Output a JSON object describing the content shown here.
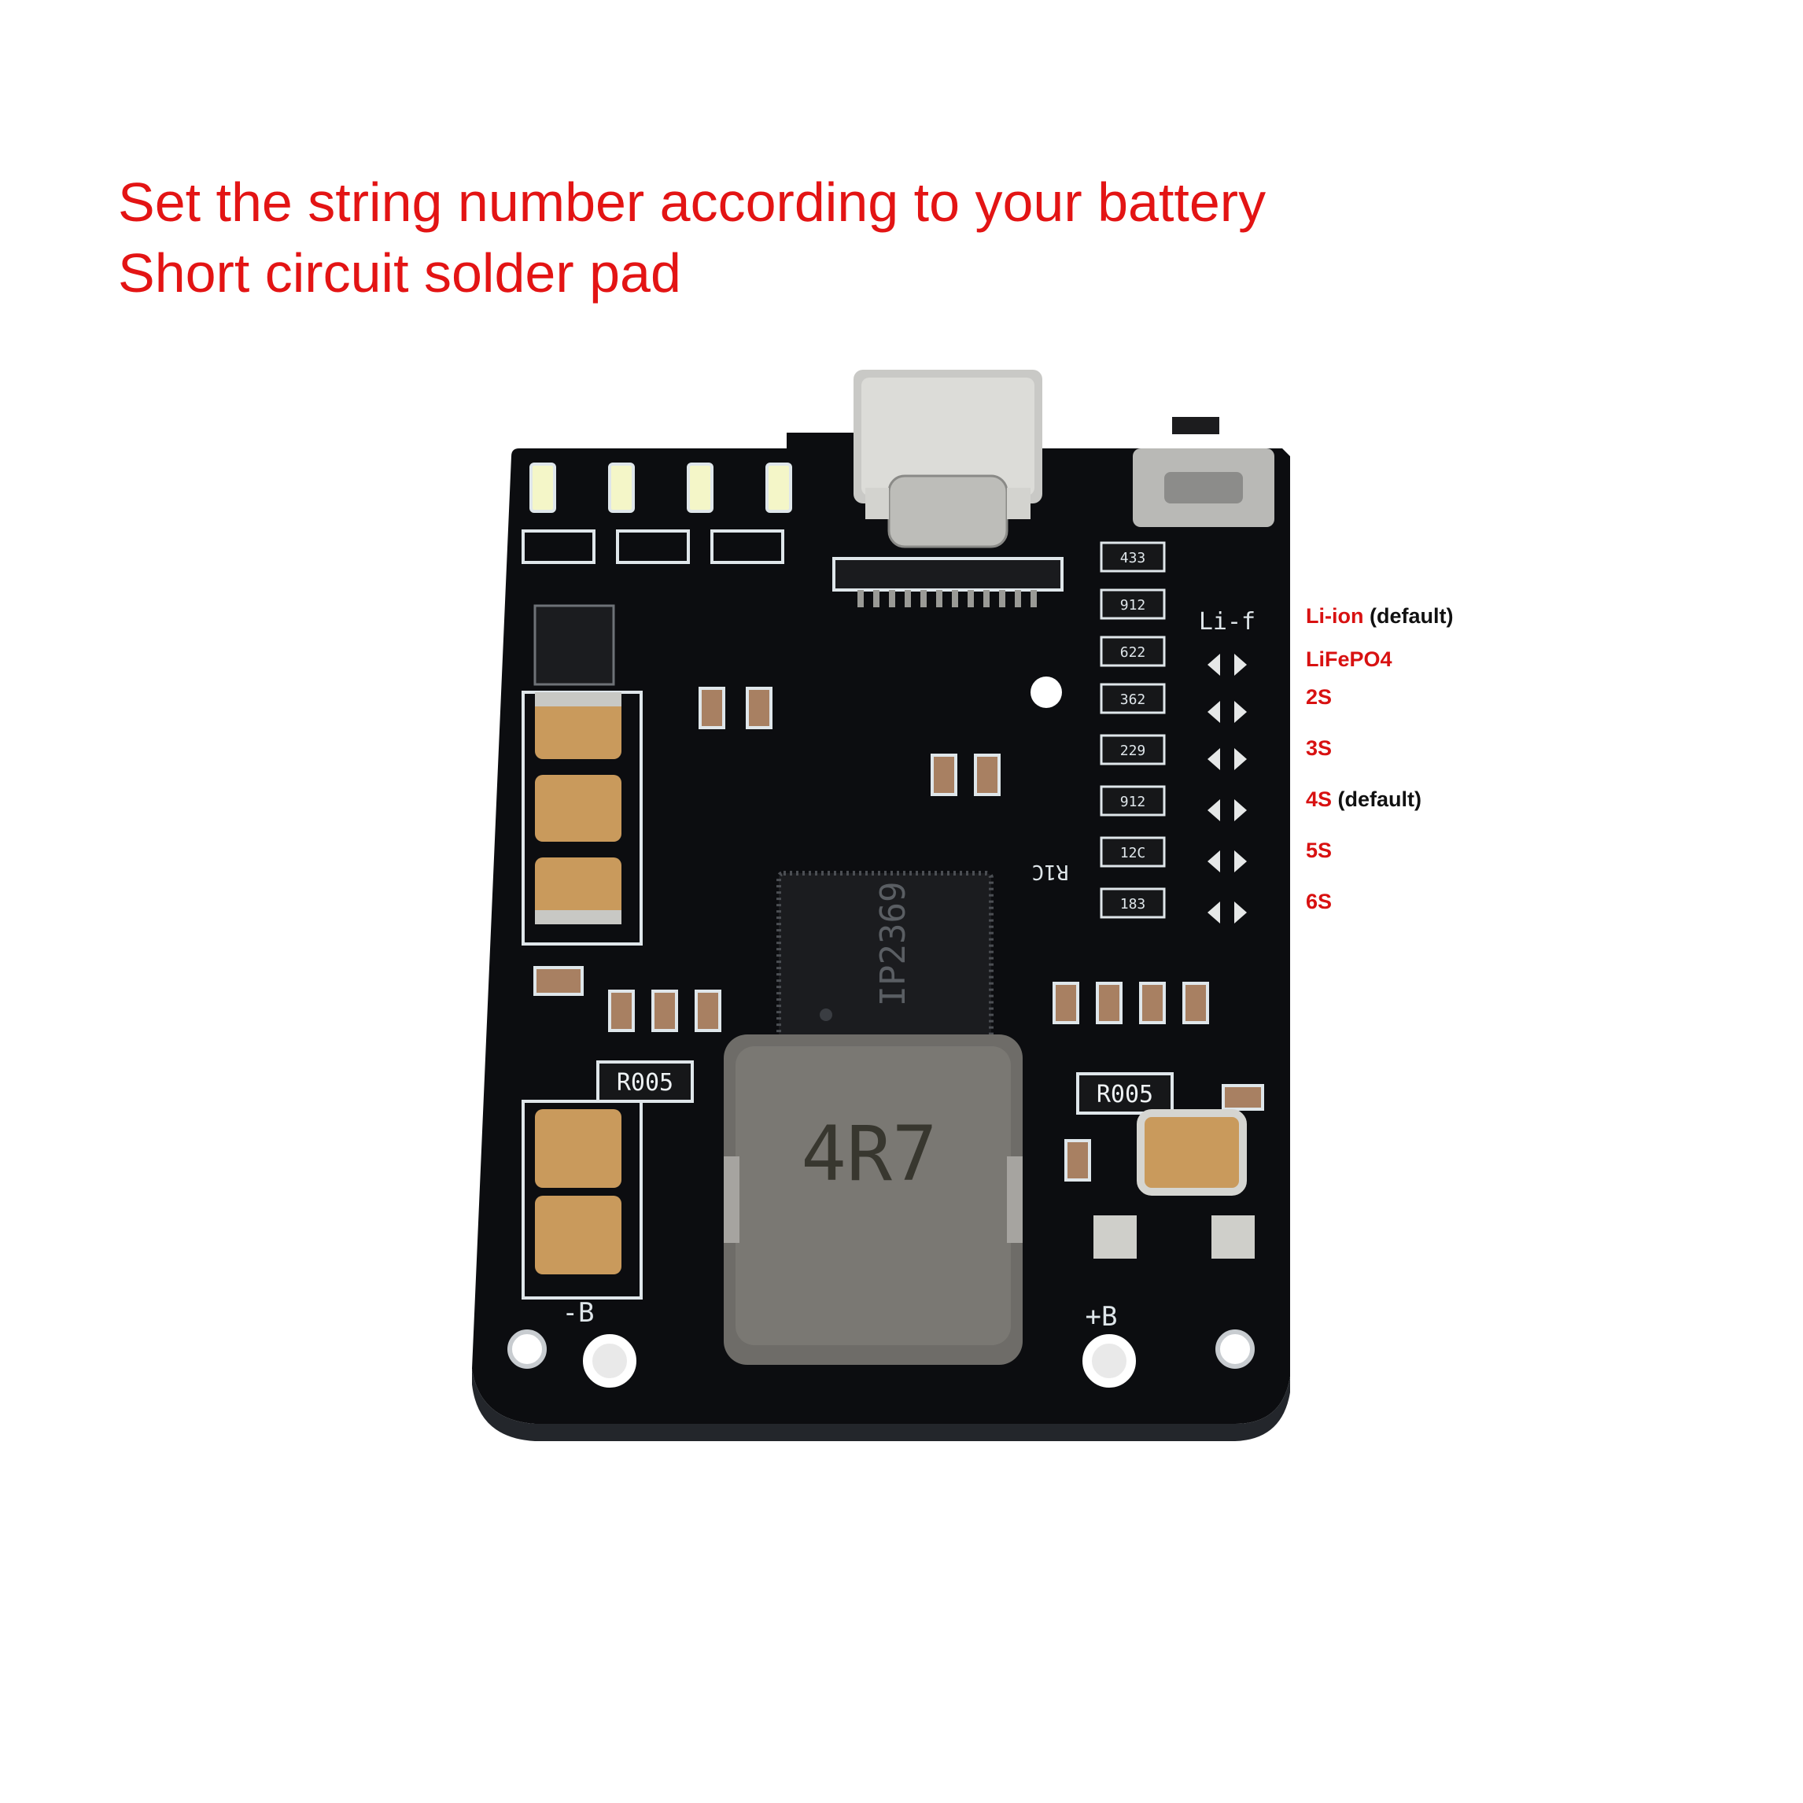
{
  "headline": {
    "line1": "Set the string number according to your battery",
    "line2": "Short circuit solder pad"
  },
  "options": [
    {
      "code": "Li-ion",
      "note": " (default)"
    },
    {
      "code": "LiFePO4",
      "note": ""
    },
    {
      "code": "2S",
      "note": ""
    },
    {
      "code": "3S",
      "note": ""
    },
    {
      "code": "4S",
      "note": " (default)"
    },
    {
      "code": "5S",
      "note": ""
    },
    {
      "code": "6S",
      "note": ""
    }
  ],
  "board": {
    "inductor_marking": "4R7",
    "chip_marking": "IP2369",
    "shunt_left": "R005",
    "shunt_right": "R005",
    "pad_neg": "-B",
    "pad_pos": "+B",
    "pad_bank_label": "Li-f",
    "resistor_codes": [
      "433",
      "912",
      "622",
      "362",
      "229",
      "912",
      "12C",
      "183"
    ],
    "ref_r1c": "R1C",
    "colors": {
      "pcb": "#0c0d10",
      "silkscreen": "#dfe6ea",
      "capacitor": "#c99a5c",
      "led": "#f4f6c8",
      "text_red": "#e31414"
    }
  }
}
